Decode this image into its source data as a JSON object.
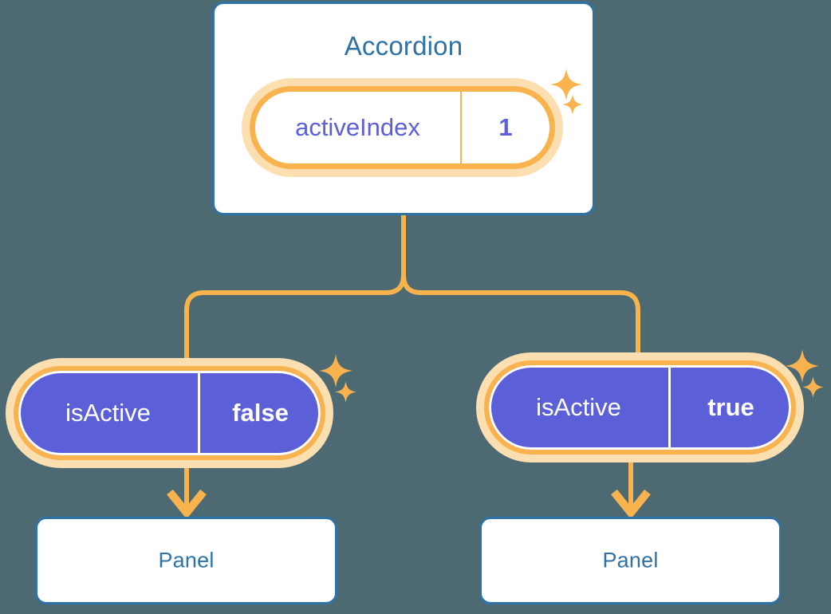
{
  "theme": {
    "background": "#4d6a73",
    "card_border": "#2f72a6",
    "card_title_text": "#2f72a6",
    "card_background": "#ffffff",
    "accent_orange": "#f8b34e",
    "accent_orange_glow": "#fbdfb0",
    "state_indigo": "#5c60d8",
    "pill_text_light": "#ffffff"
  },
  "diagram": {
    "root": {
      "title": "Accordion",
      "state": {
        "key": "activeIndex",
        "value": "1"
      }
    },
    "branches": [
      {
        "state": {
          "key": "isActive",
          "value": "false"
        },
        "child": {
          "title": "Panel"
        }
      },
      {
        "state": {
          "key": "isActive",
          "value": "true"
        },
        "child": {
          "title": "Panel"
        }
      }
    ],
    "decorations": [
      {
        "name": "sparkle-large",
        "glyph": "four-point-star"
      },
      {
        "name": "sparkle-small",
        "glyph": "four-point-star"
      }
    ]
  }
}
